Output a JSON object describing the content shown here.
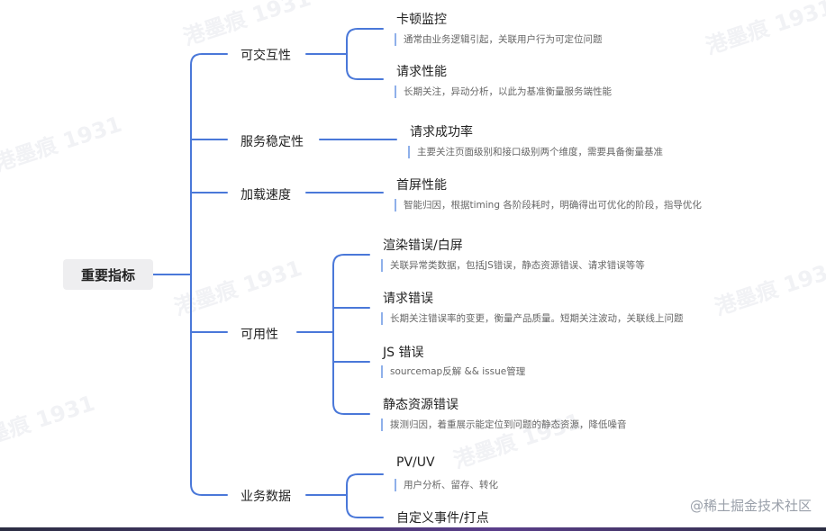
{
  "diagram": {
    "root": "重要指标",
    "categories": [
      {
        "label": "可交互性",
        "items": [
          {
            "title": "卡顿监控",
            "note": "通常由业务逻辑引起，关联用户行为可定位问题"
          },
          {
            "title": "请求性能",
            "note": "长期关注，异动分析，以此为基准衡量服务端性能"
          }
        ]
      },
      {
        "label": "服务稳定性",
        "items": [
          {
            "title": "请求成功率",
            "note": "主要关注页面级别和接口级别两个维度，需要具备衡量基准"
          }
        ]
      },
      {
        "label": "加载速度",
        "items": [
          {
            "title": "首屏性能",
            "note": "智能归因，根据timing 各阶段耗时，明确得出可优化的阶段，指导优化"
          }
        ]
      },
      {
        "label": "可用性",
        "items": [
          {
            "title": "渲染错误/白屏",
            "note": "关联异常类数据，包括JS错误，静态资源错误、请求错误等等"
          },
          {
            "title": "请求错误",
            "note": "长期关注错误率的变更，衡量产品质量。短期关注波动，关联线上问题"
          },
          {
            "title": "JS 错误",
            "note": "sourcemap反解 && issue管理"
          },
          {
            "title": "静态资源错误",
            "note": "拨测归因，着重展示能定位到问题的静态资源，降低噪音"
          }
        ]
      },
      {
        "label": "业务数据",
        "items": [
          {
            "title": "PV/UV",
            "note": "用户分析、留存、转化"
          },
          {
            "title": "自定义事件/打点",
            "note": ""
          }
        ]
      }
    ],
    "watermark": "港墨痕 1931",
    "credit": "@稀土掘金技术社区",
    "colors": {
      "connector": "#4a78d9",
      "note_bar": "#8fb0ea",
      "root_bg": "#eeeef0"
    }
  }
}
